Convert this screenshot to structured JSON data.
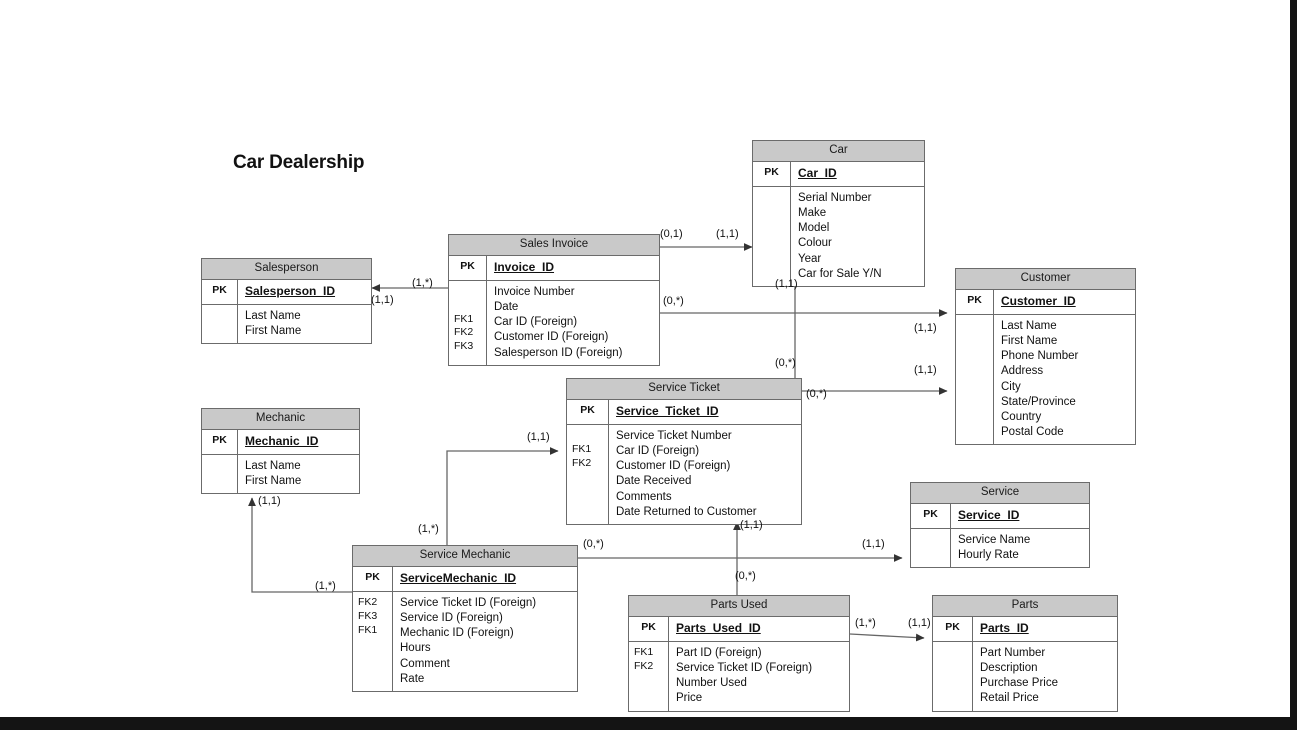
{
  "diagram": {
    "title": "Car Dealership",
    "type": "entity-relationship-diagram",
    "colors": {
      "header_fill": "#c9c9c9",
      "box_border": "#6b6b6b",
      "line": "#666666",
      "text": "#111111",
      "frame": "#141414",
      "canvas": "#ffffff"
    }
  },
  "entities": {
    "car": {
      "name": "Car",
      "pk_label": "PK",
      "pk_field": "Car_ID",
      "attributes": [
        "Serial Number",
        "Make",
        "Model",
        "Colour",
        "Year",
        "Car for Sale Y/N"
      ],
      "fk_labels": []
    },
    "sales_invoice": {
      "name": "Sales Invoice",
      "pk_label": "PK",
      "pk_field": "Invoice_ID",
      "attributes": [
        "Invoice Number",
        "Date",
        "Car ID (Foreign)",
        "Customer ID (Foreign)",
        "Salesperson ID (Foreign)"
      ],
      "fk_labels": [
        "",
        "",
        "FK1",
        "FK2",
        "FK3"
      ]
    },
    "salesperson": {
      "name": "Salesperson",
      "pk_label": "PK",
      "pk_field": "Salesperson_ID",
      "attributes": [
        "Last Name",
        "First Name"
      ],
      "fk_labels": []
    },
    "customer": {
      "name": "Customer",
      "pk_label": "PK",
      "pk_field": "Customer_ID",
      "attributes": [
        "Last Name",
        "First Name",
        "Phone Number",
        "Address",
        "City",
        "State/Province",
        "Country",
        "Postal Code"
      ],
      "fk_labels": []
    },
    "mechanic": {
      "name": "Mechanic",
      "pk_label": "PK",
      "pk_field": "Mechanic_ID",
      "attributes": [
        "Last Name",
        "First Name"
      ],
      "fk_labels": []
    },
    "service_ticket": {
      "name": "Service Ticket",
      "pk_label": "PK",
      "pk_field": "Service_Ticket_ID",
      "attributes": [
        "Service Ticket Number",
        "Car ID (Foreign)",
        "Customer ID (Foreign)",
        "Date Received",
        "Comments",
        "Date Returned to Customer"
      ],
      "fk_labels": [
        "",
        "FK1",
        "FK2",
        "",
        "",
        ""
      ]
    },
    "service": {
      "name": "Service",
      "pk_label": "PK",
      "pk_field": "Service_ID",
      "attributes": [
        "Service Name",
        "Hourly Rate"
      ],
      "fk_labels": []
    },
    "service_mechanic": {
      "name": "Service Mechanic",
      "pk_label": "PK",
      "pk_field": "ServiceMechanic_ID",
      "attributes": [
        "Service Ticket ID (Foreign)",
        "Service ID (Foreign)",
        "Mechanic ID (Foreign)",
        "Hours",
        "Comment",
        "Rate"
      ],
      "fk_labels": [
        "FK2",
        "FK3",
        "FK1",
        "",
        "",
        ""
      ]
    },
    "parts_used": {
      "name": "Parts Used",
      "pk_label": "PK",
      "pk_field": "Parts_Used_ID",
      "attributes": [
        "Part ID (Foreign)",
        "Service Ticket ID (Foreign)",
        "Number Used",
        "Price"
      ],
      "fk_labels": [
        "FK1",
        "FK2",
        "",
        ""
      ]
    },
    "parts": {
      "name": "Parts",
      "pk_label": "PK",
      "pk_field": "Parts_ID",
      "attributes": [
        "Part Number",
        "Description",
        "Purchase Price",
        "Retail Price"
      ],
      "fk_labels": []
    }
  },
  "cardinalities": {
    "sales_invoice_to_car_src": "(0,1)",
    "sales_invoice_to_car_dst": "(1,1)",
    "sales_invoice_to_salesperson_src": "(1,*)",
    "sales_invoice_to_salesperson_dst": "(1,1)",
    "sales_invoice_to_customer_src": "(0,*)",
    "sales_invoice_to_customer_dst": "(1,1)",
    "service_ticket_to_car_src": "(0,*)",
    "service_ticket_to_car_dst": "(1,1)",
    "service_ticket_to_customer_src": "(0,*)",
    "service_ticket_to_customer_dst": "(1,1)",
    "service_mechanic_to_service_ticket_src": "(1,*)",
    "service_mechanic_to_service_ticket_dst": "(1,1)",
    "service_mechanic_to_mechanic_src": "(1,*)",
    "service_mechanic_to_mechanic_dst": "(1,1)",
    "service_mechanic_to_service_src": "(0,*)",
    "service_mechanic_to_service_dst": "(1,1)",
    "parts_used_to_service_ticket_src": "(0,*)",
    "parts_used_to_service_ticket_dst": "(1,1)",
    "parts_used_to_parts_src": "(1,*)",
    "parts_used_to_parts_dst": "(1,1)"
  }
}
